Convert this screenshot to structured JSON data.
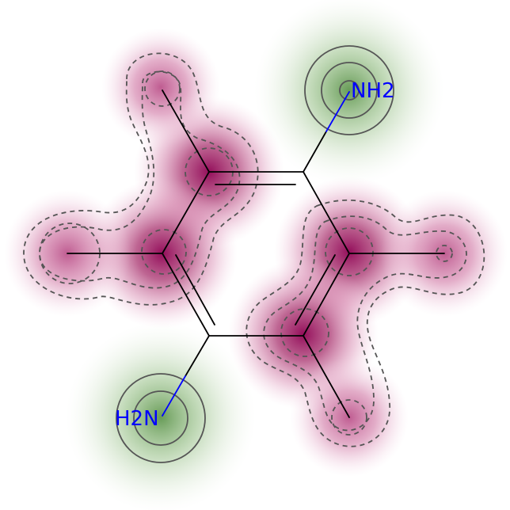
{
  "molecule": {
    "atom_labels": [
      {
        "id": "n1",
        "text": "NH2",
        "color": "#0000ff"
      },
      {
        "id": "n2",
        "text": "H2N",
        "color": "#0000ff"
      }
    ],
    "colors": {
      "bond": "#000000",
      "hetero_bond": "#0000ff",
      "negative_contribution": "#8e0152",
      "positive_contribution": "#276419",
      "contour_line": "#555555"
    }
  }
}
